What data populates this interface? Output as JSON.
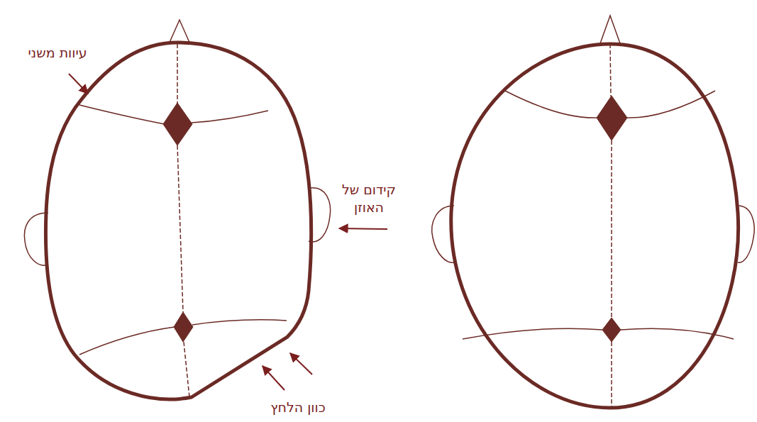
{
  "diagram": {
    "labels": [
      "עיוות משני",
      "קידום של האוזן",
      "כוון הלחץ"
    ]
  }
}
